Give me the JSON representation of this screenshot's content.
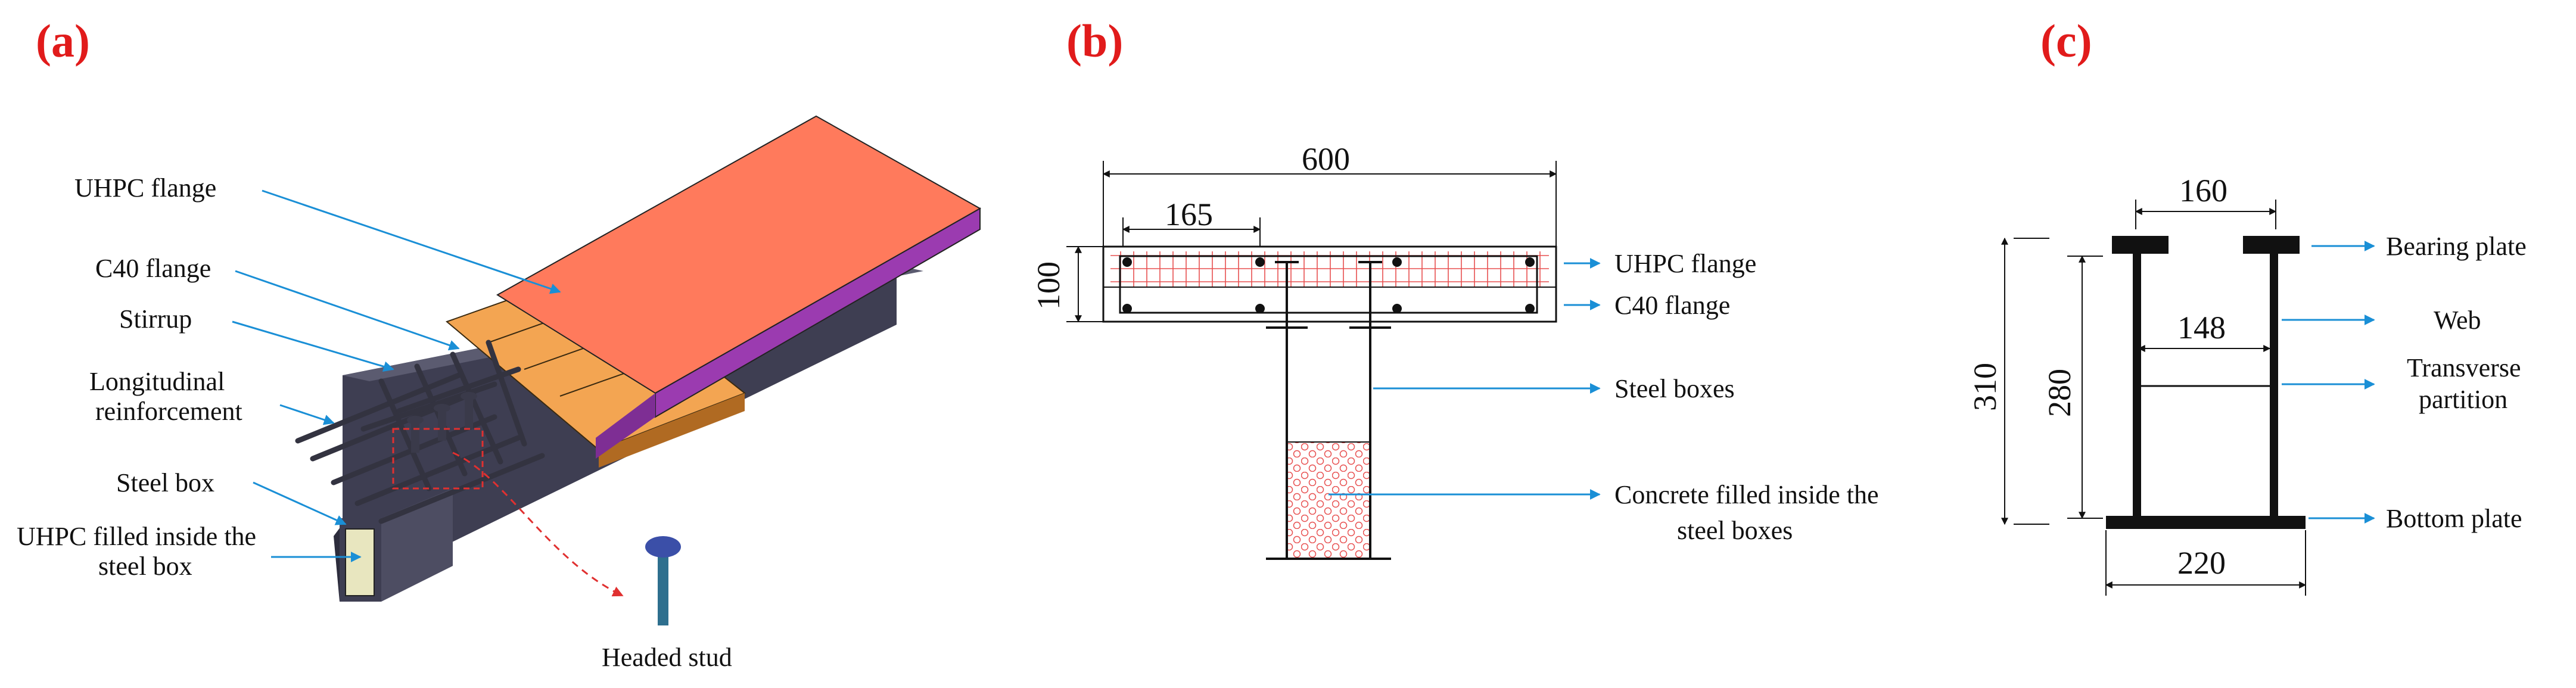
{
  "panels": {
    "a": {
      "tag": "(a)",
      "labels": {
        "uhpc_flange": "UHPC flange",
        "c40_flange": "C40 flange",
        "stirrup": "Stirrup",
        "long_reinf_1": "Longitudinal",
        "long_reinf_2": "reinforcement",
        "steel_box": "Steel box",
        "uhpc_filled_1": "UHPC filled inside the",
        "uhpc_filled_2": "steel box",
        "headed_stud": "Headed stud"
      }
    },
    "b": {
      "tag": "(b)",
      "dims": {
        "width": "600",
        "offset": "165",
        "depth": "100"
      },
      "labels": {
        "uhpc_flange": "UHPC flange",
        "c40_flange": "C40 flange",
        "steel_boxes": "Steel boxes",
        "concrete_filled_1": "Concrete filled inside the",
        "concrete_filled_2": "steel boxes"
      }
    },
    "c": {
      "tag": "(c)",
      "dims": {
        "top": "160",
        "inner": "148",
        "total_height": "310",
        "web_height": "280",
        "bottom": "220"
      },
      "labels": {
        "bearing_plate": "Bearing plate",
        "web": "Web",
        "transverse_1": "Transverse",
        "transverse_2": "partition",
        "bottom_plate": "Bottom plate"
      }
    }
  },
  "colors": {
    "panel_tag": "#e11b1b",
    "leader": "#1a8fd6",
    "uhpc_top": "#ff7a5c",
    "uhpc_side": "#9b3bb0",
    "c40": "#f3a552",
    "steel": "#4a4a5e",
    "fill_grout": "#e8e6bf",
    "stud": "#2e6f8e",
    "mesh": "#e85050"
  }
}
